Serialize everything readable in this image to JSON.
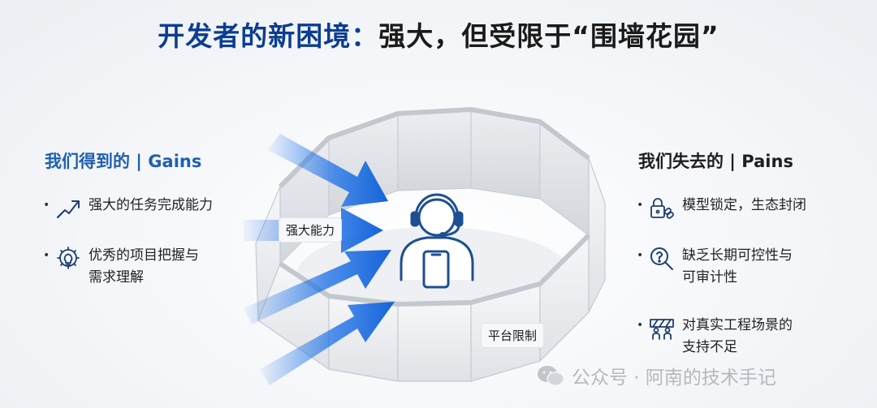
{
  "title": {
    "main": "开发者的新困境：",
    "accent": "强大，但受限于“围墙花园”"
  },
  "gains": {
    "heading": "我们得到的 | Gains",
    "items": [
      {
        "icon": "trend-up-icon",
        "text": "强大的任务完成能力"
      },
      {
        "icon": "gear-lightbulb-icon",
        "text": "优秀的项目把握与\n需求理解"
      }
    ]
  },
  "pains": {
    "heading": "我们失去的 | Pains",
    "items": [
      {
        "icon": "lock-chain-icon",
        "text": "模型锁定，生态封闭"
      },
      {
        "icon": "question-magnifier-icon",
        "text": "缺乏长期可控性与\n可审计性"
      },
      {
        "icon": "blocked-engineers-icon",
        "text": "对真实工程场景的\n支持不足"
      }
    ]
  },
  "labels": {
    "power": "强大能力",
    "platform": "平台限制"
  },
  "watermark": "公众号 · 阿南的技术手记",
  "colors": {
    "title_blue": "#0b3d91",
    "gains_blue": "#1f5fb0",
    "arrow_blue": "#1a6fe8",
    "figure_blue": "#1d4f91"
  }
}
